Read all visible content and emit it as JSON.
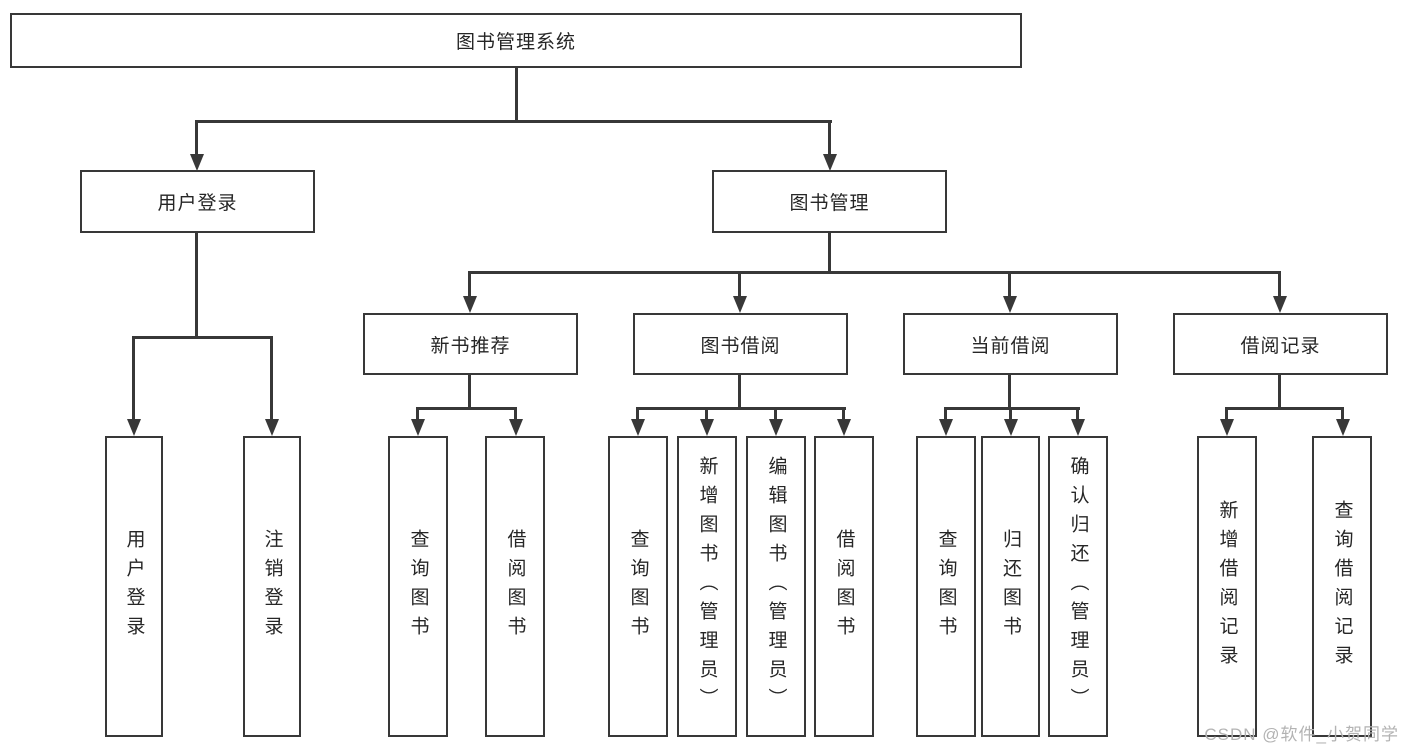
{
  "diagram": {
    "root": {
      "label": "图书管理系统"
    },
    "branches": [
      {
        "label": "用户登录"
      },
      {
        "label": "图书管理"
      }
    ],
    "modules": [
      {
        "label": "新书推荐"
      },
      {
        "label": "图书借阅"
      },
      {
        "label": "当前借阅"
      },
      {
        "label": "借阅记录"
      }
    ],
    "leaves": [
      {
        "label": "用户登录",
        "parent": "用户登录"
      },
      {
        "label": "注销登录",
        "parent": "用户登录"
      },
      {
        "label": "查询图书",
        "parent": "新书推荐"
      },
      {
        "label": "借阅图书",
        "parent": "新书推荐"
      },
      {
        "label": "查询图书",
        "parent": "图书借阅"
      },
      {
        "label": "新增图书（管理员）",
        "parent": "图书借阅"
      },
      {
        "label": "编辑图书（管理员）",
        "parent": "图书借阅"
      },
      {
        "label": "借阅图书",
        "parent": "图书借阅"
      },
      {
        "label": "查询图书",
        "parent": "当前借阅"
      },
      {
        "label": "归还图书",
        "parent": "当前借阅"
      },
      {
        "label": "确认归还（管理员）",
        "parent": "当前借阅"
      },
      {
        "label": "新增借阅记录",
        "parent": "借阅记录"
      },
      {
        "label": "查询借阅记录",
        "parent": "借阅记录"
      }
    ]
  },
  "watermark": {
    "text": "CSDN @软件_小贺同学"
  },
  "colors": {
    "line": "#383838",
    "border": "#383838",
    "text": "#262626",
    "watermark": "#b3b3b3",
    "background": "#ffffff"
  }
}
